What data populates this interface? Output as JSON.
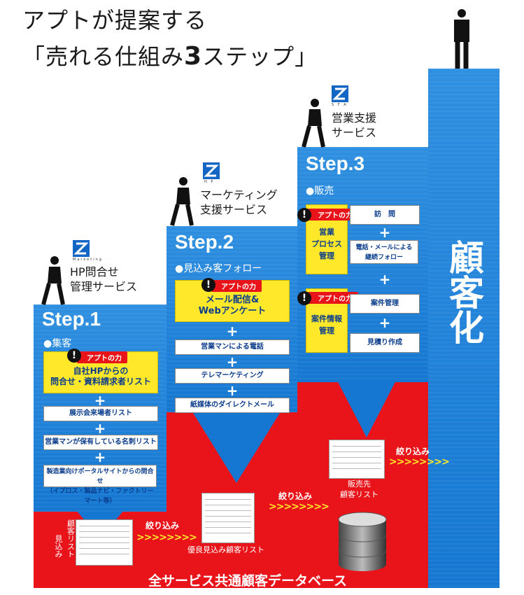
{
  "title": {
    "line1": "アプトが提案する",
    "line2_prefix": "「売れる仕組み",
    "line2_number": "3",
    "line2_suffix": "ステップ」"
  },
  "power_label": "アプトの力",
  "steps": [
    {
      "service": [
        "HP問合せ",
        "管理サービス"
      ],
      "logo_caption": "Marketing",
      "title": "Step.1",
      "subtitle": "●集客",
      "highlight": [
        "自社HPからの",
        "問合せ・資料請求者リスト"
      ],
      "items": [
        "展示会来場者リスト",
        "営業マンが保有している名刺リスト",
        "製造業向けポータルサイトからの問合せ",
        "（イプロス・製品ナビ・ファクトリーマート等）"
      ]
    },
    {
      "service": [
        "マーケティング",
        "支援サービス"
      ],
      "logo_caption": "H P",
      "title": "Step.2",
      "subtitle": "●見込み客フォロー",
      "highlight": [
        "メール配信&",
        "Webアンケート"
      ],
      "items": [
        "営業マンによる電話",
        "テレマーケティング",
        "紙媒体のダイレクトメール"
      ]
    },
    {
      "service": [
        "営業支援",
        "サービス"
      ],
      "logo_caption": "S F A",
      "title": "Step.3",
      "subtitle": "●販売",
      "highlight_a": [
        "営業",
        "プロセス",
        "管理"
      ],
      "items_a": [
        "訪　問",
        "電話・メールによる",
        "継続フォロー"
      ],
      "highlight_b": [
        "案件情報",
        "管理"
      ],
      "items_b": [
        "案件管理",
        "見積り作成"
      ]
    }
  ],
  "customer": "顧客化",
  "bottom": {
    "narrow": "絞り込み",
    "list1": [
      "見込み",
      "顧客リスト"
    ],
    "list2": "優良見込み顧客リスト",
    "list3": [
      "販売先",
      "顧客リスト"
    ],
    "database": "全サービス共通顧客データベース"
  },
  "colors": {
    "blue": "#1577d1",
    "red": "#e8141a",
    "yellow": "#ffe82a"
  }
}
